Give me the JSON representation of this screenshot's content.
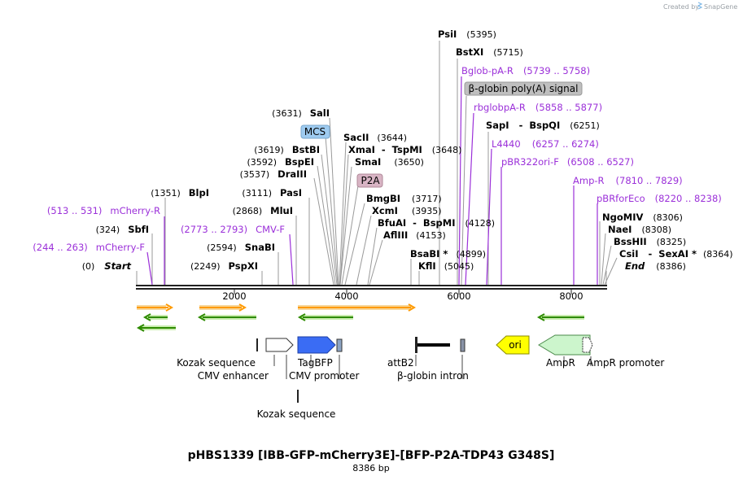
{
  "credit": {
    "prefix": "Created by",
    "brand": "SnapGene",
    "icon": "snapgene-logo-icon"
  },
  "title": "pHBS1339 [IBB-GFP-mCherry3E]-[BFP-P2A-TDP43 G348S]",
  "subtitle": "8386 bp",
  "ticks": [
    "2000",
    "4000",
    "6000",
    "8000"
  ],
  "sites": [
    {
      "pos": "(0)",
      "name": "Start",
      "italic": true
    },
    {
      "pos": "(324)",
      "name": "SbfI"
    },
    {
      "pos": "(1351)",
      "name": "BlpI"
    },
    {
      "pos": "(2249)",
      "name": "PspXI"
    },
    {
      "pos": "(2594)",
      "name": "SnaBI"
    },
    {
      "pos": "(2868)",
      "name": "MluI"
    },
    {
      "pos": "(3111)",
      "name": "PasI"
    },
    {
      "pos": "(3537)",
      "name": "DraIII"
    },
    {
      "pos": "(3592)",
      "name": "BspEI"
    },
    {
      "pos": "(3619)",
      "name": "BstBI"
    },
    {
      "pos": "(3631)",
      "name": "SalI"
    },
    {
      "name": "SacII",
      "pos": "(3644)"
    },
    {
      "name": "XmaI  -  TspMI",
      "pos": "(3648)"
    },
    {
      "name": "SmaI",
      "pos": "(3650)"
    },
    {
      "name": "BmgBI",
      "pos": "(3717)"
    },
    {
      "name": "XcmI",
      "pos": "(3935)"
    },
    {
      "name": "BfuAI  -  BspMI",
      "pos": "(4128)"
    },
    {
      "name": "AflIII",
      "pos": "(4153)"
    },
    {
      "name": "BsaBI *",
      "pos": "(4899)"
    },
    {
      "name": "KflI",
      "pos": "(5045)"
    },
    {
      "name": "PsiI",
      "pos": "(5395)"
    },
    {
      "name": "BstXI",
      "pos": "(5715)"
    },
    {
      "name": "SapI   -  BspQI",
      "pos": "(6251)"
    },
    {
      "name": "NgoMIV",
      "pos": "(8306)"
    },
    {
      "name": "NaeI",
      "pos": "(8308)"
    },
    {
      "name": "BssHII",
      "pos": "(8325)"
    },
    {
      "name": "CsiI   -  SexAI *",
      "pos": "(8364)"
    },
    {
      "name": "End",
      "pos": "(8386)",
      "italic": true
    }
  ],
  "primers": [
    {
      "range": "(513 .. 531)",
      "name": "mCherry-R"
    },
    {
      "range": "(244 .. 263)",
      "name": "mCherry-F"
    },
    {
      "range": "(2773 .. 2793)",
      "name": "CMV-F"
    },
    {
      "name": "Bglob-pA-R",
      "range": "(5739 .. 5758)"
    },
    {
      "name": "rbglobpA-R",
      "range": "(5858 .. 5877)"
    },
    {
      "name": "L4440",
      "range": "(6257 .. 6274)"
    },
    {
      "name": "pBR322ori-F",
      "range": "(6508 .. 6527)"
    },
    {
      "name": "Amp-R",
      "range": "(7810 .. 7829)"
    },
    {
      "name": "pBRforEco",
      "range": "(8220 .. 8238)"
    }
  ],
  "badges": [
    {
      "label": "MCS",
      "color": "#9ecbf0"
    },
    {
      "label": "β-globin poly(A) signal",
      "color": "#bfbfbf"
    },
    {
      "label": "P2A",
      "color": "#d8b4c4"
    }
  ],
  "features": {
    "kozak1": "Kozak sequence",
    "cmv_enhancer": "CMV enhancer",
    "tagbfp": "TagBFP",
    "cmv_promoter": "CMV promoter",
    "kozak2": "Kozak sequence",
    "attb2": "attB2",
    "bglobin_intron": "β-globin intron",
    "ori": "ori",
    "ampr": "AmpR",
    "ampr_promoter": "AmpR promoter"
  },
  "colors": {
    "primer": "#9b30d9",
    "tagbfp": "#3a6cf4",
    "ori": "#ffff00",
    "ampr": "#ccf5cc",
    "orf_orange": "#ff9a00",
    "orf_green": "#2e8b00",
    "backbone": "#222222"
  }
}
